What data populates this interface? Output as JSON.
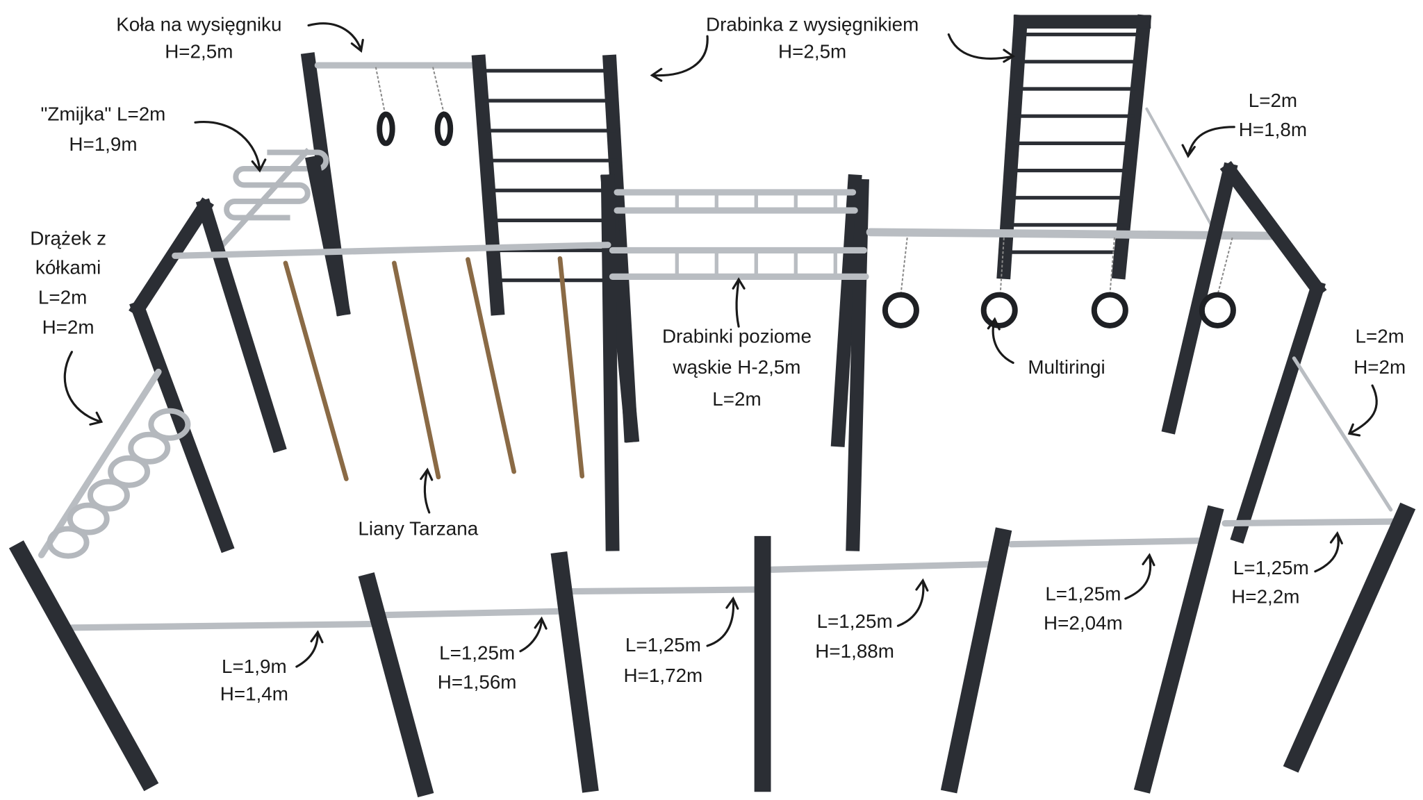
{
  "title": "Zestaw street workout – schemat z wymiarami",
  "colors": {
    "frame": "#2b2e34",
    "bar": "#b9bdc2",
    "rope": "#8a6a45",
    "text": "#1a1a1a"
  },
  "labels": {
    "kola": [
      "Koła na wysięgniku",
      "H=2,5m"
    ],
    "drabinka": [
      "Drabinka z wysięgnikiem",
      "H=2,5m"
    ],
    "zmijka": [
      "\"Zmijka\" L=2m",
      "H=1,9m"
    ],
    "drazek": [
      "Drążek z",
      "kółkami",
      "L=2m",
      "H=2m"
    ],
    "rightTop": [
      "L=2m",
      "H=1,8m"
    ],
    "poziome": [
      "Drabinki poziome",
      "wąskie H-2,5m",
      "L=2m"
    ],
    "multiringi": "Multiringi",
    "rightMid": [
      "L=2m",
      "H=2m"
    ],
    "liany": "Liany Tarzana",
    "bars": [
      [
        "L=1,9m",
        "H=1,4m"
      ],
      [
        "L=1,25m",
        "H=1,56m"
      ],
      [
        "L=1,25m",
        "H=1,72m"
      ],
      [
        "L=1,25m",
        "H=1,88m"
      ],
      [
        "L=1,25m",
        "H=2,04m"
      ],
      [
        "L=1,25m",
        "H=2,2m"
      ]
    ]
  }
}
